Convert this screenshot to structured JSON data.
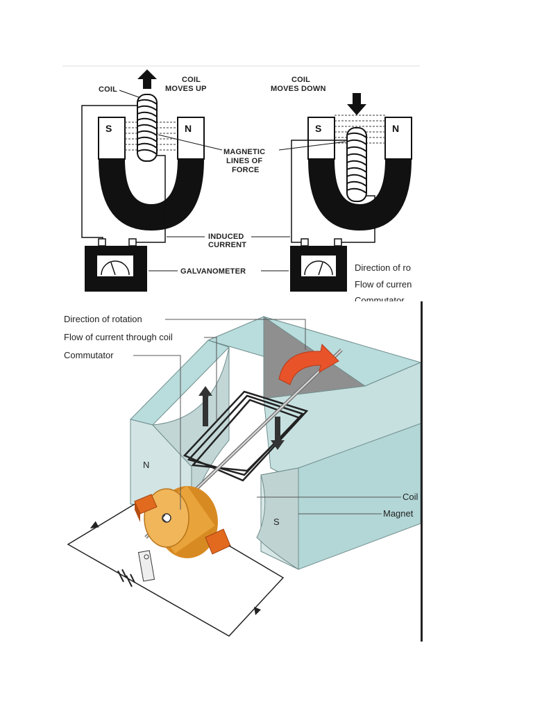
{
  "top_diagram": {
    "labels": {
      "coil": "COIL",
      "coil_moves_up_1": "COIL",
      "coil_moves_up_2": "MOVES UP",
      "coil_moves_down_1": "COIL",
      "coil_moves_down_2": "MOVES DOWN",
      "magnetic_1": "MAGNETIC",
      "magnetic_2": "LINES OF",
      "magnetic_3": "FORCE",
      "induced_1": "INDUCED",
      "induced_2": "CURRENT",
      "galvanometer": "GALVANOMETER",
      "pole_s": "S",
      "pole_n": "N"
    },
    "overflow_text": [
      "Direction of ro",
      "Flow of curren",
      "Commutator"
    ]
  },
  "bottom_diagram": {
    "labels": {
      "direction_of_rotation": "Direction of rotation",
      "flow_of_current": "Flow of current through coil",
      "commutator": "Commutator",
      "coil": "Coil",
      "magnet": "Magnet",
      "pole_n": "N",
      "pole_s": "S"
    },
    "colors": {
      "magnet_top": "#b9dcdc",
      "magnet_front": "#cfe3e3",
      "magnet_dark": "#8aa6a6",
      "inner_face": "#8f8f8f",
      "commutator": "#e8a33a",
      "brush": "#e26a1f",
      "rotation_arrow": "#e8532a"
    }
  }
}
